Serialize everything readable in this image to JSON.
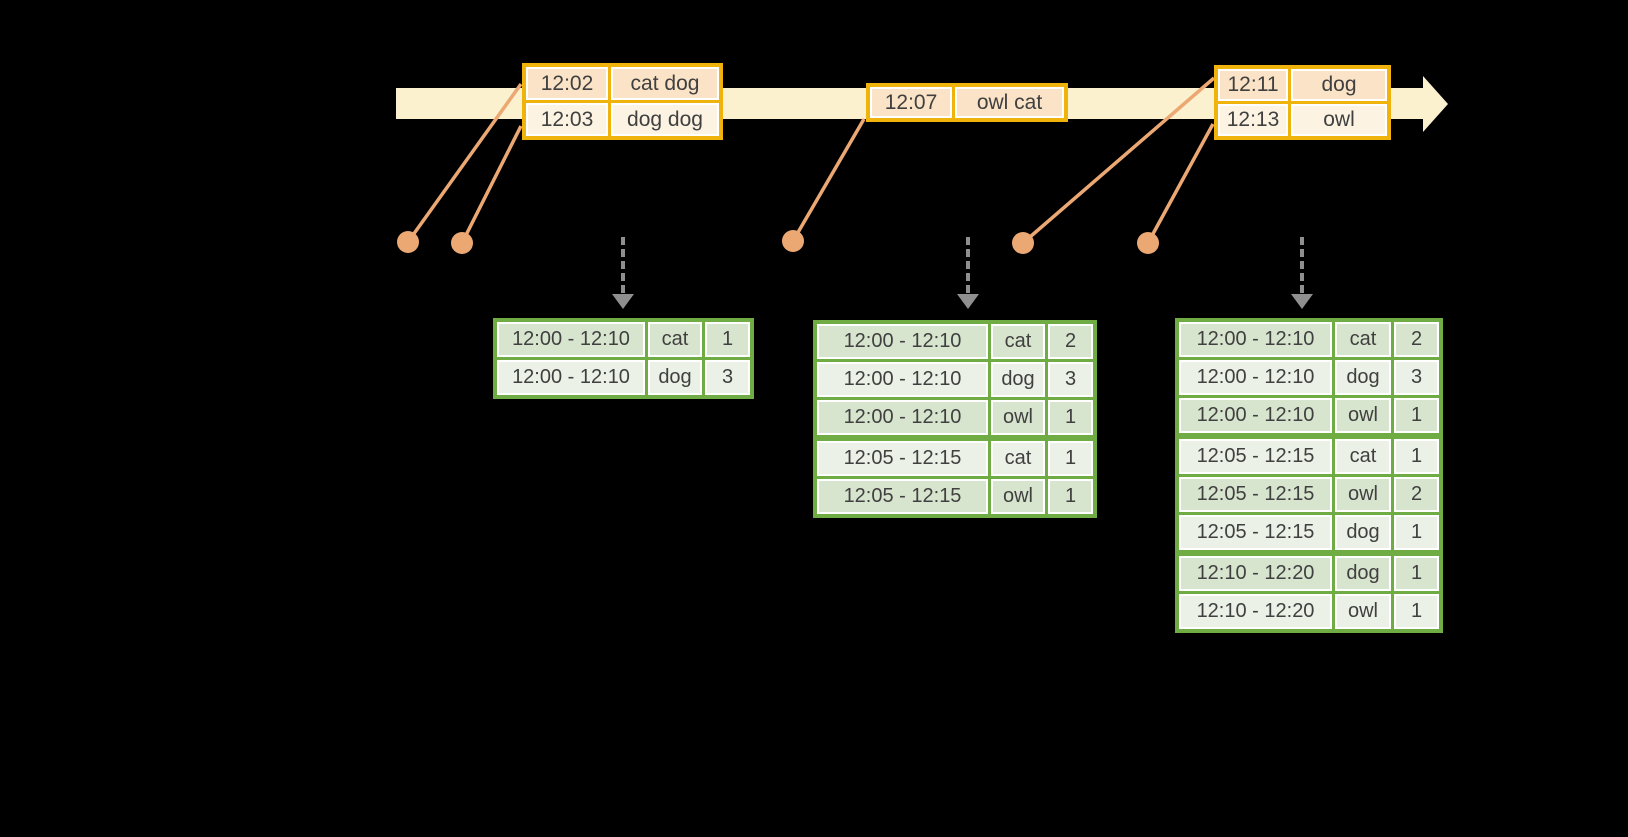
{
  "diagram": "windowed-grouped-aggregation-on-event-time",
  "colors": {
    "gold": "#F0B30C",
    "peach": "#FAE3C6",
    "cream": "#FCF3E3",
    "band": "#FCF1CF",
    "salmon": "#ECA873",
    "green": "#6FAC44",
    "gdark": "#D8E5CE",
    "glight": "#EBF1E6",
    "gray": "#8F8F8F",
    "text": "#404040"
  },
  "event_tables": [
    {
      "rows": [
        {
          "time": "12:02",
          "words": "cat dog"
        },
        {
          "time": "12:03",
          "words": "dog dog"
        }
      ]
    },
    {
      "rows": [
        {
          "time": "12:07",
          "words": "owl cat"
        }
      ]
    },
    {
      "rows": [
        {
          "time": "12:11",
          "words": "dog"
        },
        {
          "time": "12:13",
          "words": "owl"
        }
      ]
    }
  ],
  "result_tables": [
    {
      "rows": [
        {
          "window": "12:00 - 12:10",
          "word": "cat",
          "count": "1"
        },
        {
          "window": "12:00 - 12:10",
          "word": "dog",
          "count": "3"
        }
      ]
    },
    {
      "rows": [
        {
          "window": "12:00 - 12:10",
          "word": "cat",
          "count": "2"
        },
        {
          "window": "12:00 - 12:10",
          "word": "dog",
          "count": "3"
        },
        {
          "window": "12:00 - 12:10",
          "word": "owl",
          "count": "1"
        },
        {
          "window": "12:05 - 12:15",
          "word": "cat",
          "count": "1"
        },
        {
          "window": "12:05 - 12:15",
          "word": "owl",
          "count": "1"
        }
      ]
    },
    {
      "rows": [
        {
          "window": "12:00 - 12:10",
          "word": "cat",
          "count": "2"
        },
        {
          "window": "12:00 - 12:10",
          "word": "dog",
          "count": "3"
        },
        {
          "window": "12:00 - 12:10",
          "word": "owl",
          "count": "1"
        },
        {
          "window": "12:05 - 12:15",
          "word": "cat",
          "count": "1"
        },
        {
          "window": "12:05 - 12:15",
          "word": "owl",
          "count": "2"
        },
        {
          "window": "12:05 - 12:15",
          "word": "dog",
          "count": "1"
        },
        {
          "window": "12:10 - 12:20",
          "word": "dog",
          "count": "1"
        },
        {
          "window": "12:10 - 12:20",
          "word": "owl",
          "count": "1"
        }
      ]
    }
  ]
}
